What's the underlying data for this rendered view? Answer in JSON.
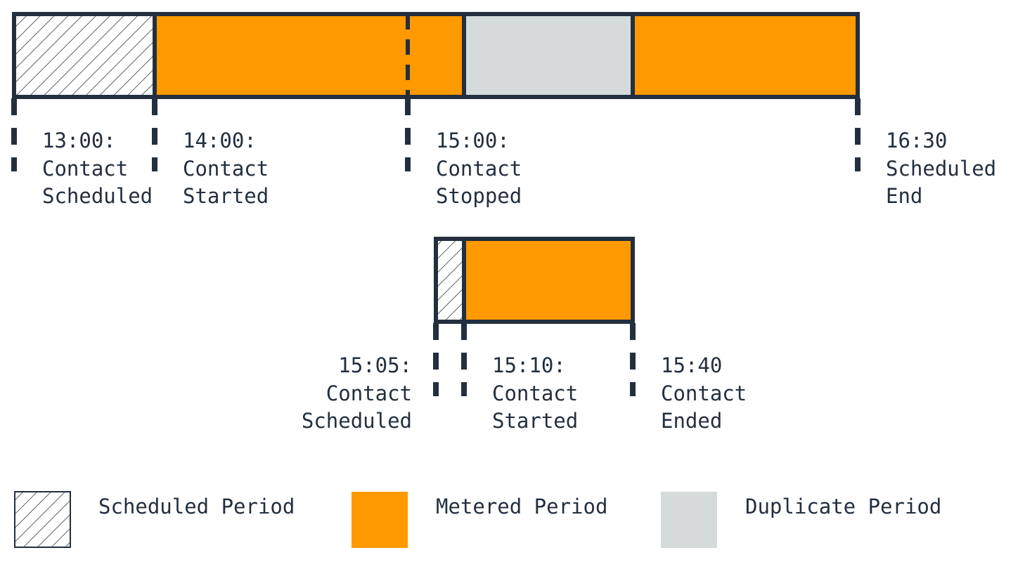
{
  "colors": {
    "metered": "#ff9900",
    "duplicate": "#d5dbdb",
    "outline": "#232f3e",
    "text": "#232f3e"
  },
  "timeline_1": {
    "markers": [
      {
        "time": "13:00:",
        "line1": "Contact",
        "line2": "Scheduled"
      },
      {
        "time": "14:00:",
        "line1": "Contact",
        "line2": "Started"
      },
      {
        "time": "15:00:",
        "line1": "Contact",
        "line2": "Stopped"
      },
      {
        "time": "16:30",
        "line1": "Scheduled",
        "line2": "End"
      }
    ]
  },
  "timeline_2": {
    "markers": [
      {
        "time": "15:05:",
        "line1": "Contact",
        "line2": "Scheduled"
      },
      {
        "time": "15:10:",
        "line1": "Contact",
        "line2": "Started"
      },
      {
        "time": "15:40",
        "line1": "Contact",
        "line2": "Ended"
      }
    ]
  },
  "legend": {
    "scheduled": "Scheduled Period",
    "metered": "Metered Period",
    "duplicate": "Duplicate Period"
  }
}
